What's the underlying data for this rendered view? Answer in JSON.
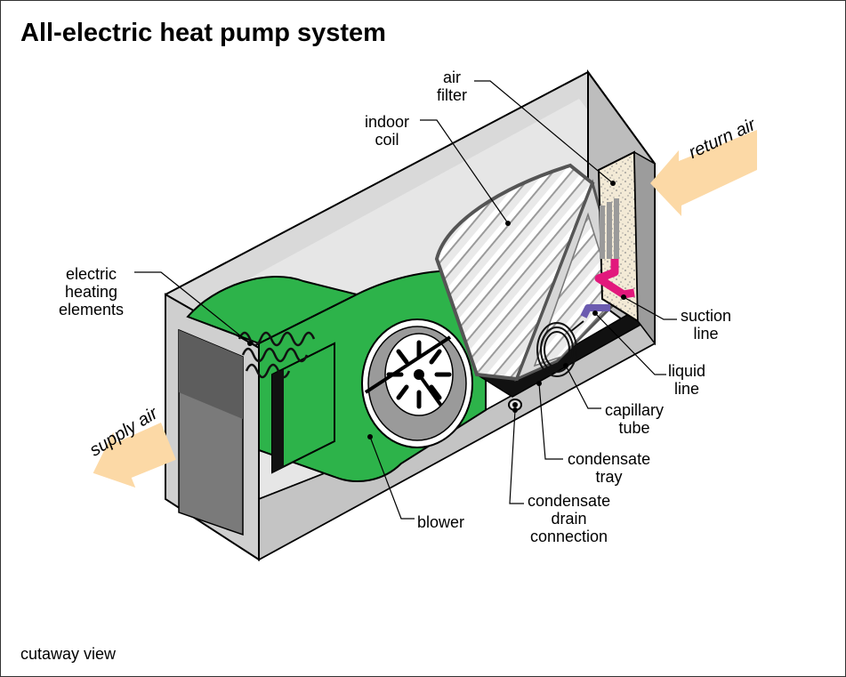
{
  "title": "All-electric heat pump system",
  "caption": "cutaway view",
  "air_flow": {
    "return": "return air",
    "supply": "supply air"
  },
  "components": {
    "air_filter": "air\nfilter",
    "indoor_coil": "indoor\ncoil",
    "electric_heating_elements": "electric\nheating\nelements",
    "suction_line": "suction\nline",
    "liquid_line": "liquid\nline",
    "capillary_tube": "capillary\ntube",
    "condensate_tray": "condensate\ntray",
    "condensate_drain_connection": "condensate\ndrain\nconnection",
    "blower": "blower"
  },
  "colors": {
    "cabinet": "#cfcfcf",
    "cabinet_dark": "#9c9c9c",
    "heater_box": "#2db34a",
    "air_arrow": "#fcd9a6",
    "suction_line": "#e2187c",
    "liquid_line": "#6b5bb0"
  }
}
